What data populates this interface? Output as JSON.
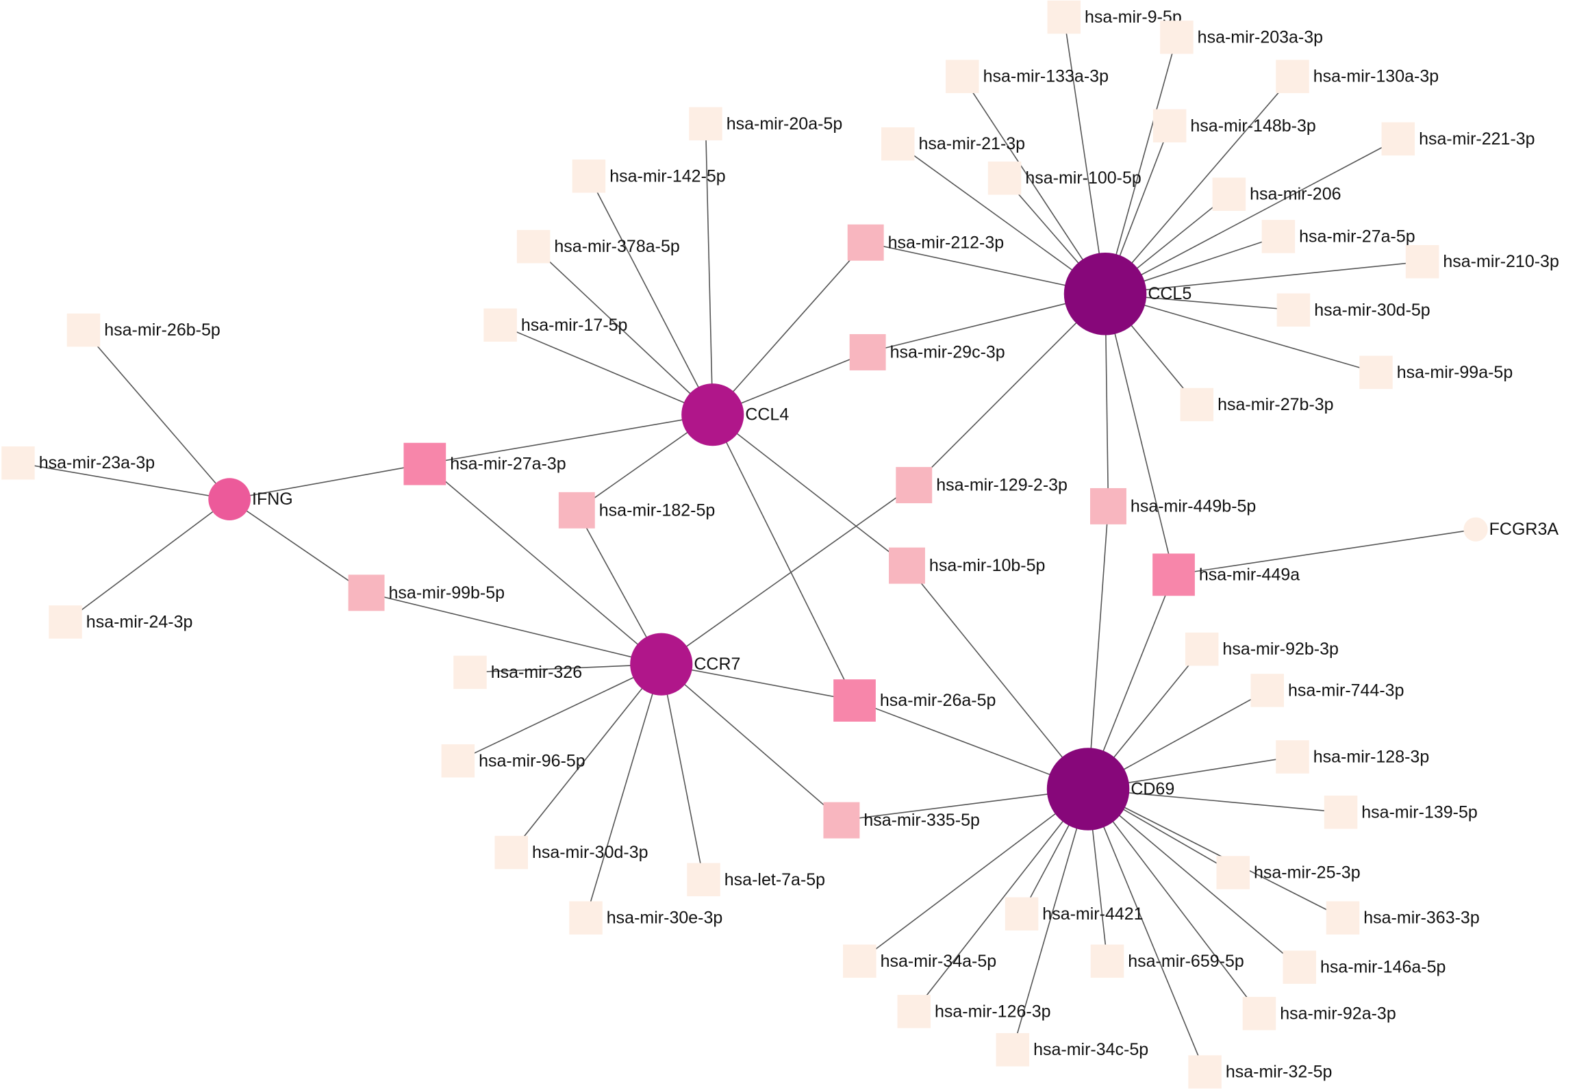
{
  "colors": {
    "background": "#ffffff",
    "edge": "#555555",
    "label": "#111111",
    "hub_dark": "#87077a",
    "hub_mid": "#b0168a",
    "hub_light": "#ec5a9a",
    "mirna_high": "#f786aa",
    "mirna_mid": "#f8b6bf",
    "mirna_low": "#fdeee4",
    "gene_low": "#fdeee4"
  },
  "genes": [
    {
      "id": "CCL5",
      "color": "hub_dark"
    },
    {
      "id": "CD69",
      "color": "hub_dark"
    },
    {
      "id": "CCL4",
      "color": "hub_mid"
    },
    {
      "id": "CCR7",
      "color": "hub_mid"
    },
    {
      "id": "IFNG",
      "color": "hub_light"
    },
    {
      "id": "FCGR3A",
      "color": "gene_low"
    }
  ],
  "mirnas": [
    {
      "id": "hsa-mir-27a-3p",
      "color": "mirna_high"
    },
    {
      "id": "hsa-mir-26a-5p",
      "color": "mirna_high"
    },
    {
      "id": "hsa-mir-449a",
      "color": "mirna_high"
    },
    {
      "id": "hsa-mir-99b-5p",
      "color": "mirna_mid"
    },
    {
      "id": "hsa-mir-182-5p",
      "color": "mirna_mid"
    },
    {
      "id": "hsa-mir-212-3p",
      "color": "mirna_mid"
    },
    {
      "id": "hsa-mir-29c-3p",
      "color": "mirna_mid"
    },
    {
      "id": "hsa-mir-129-2-3p",
      "color": "mirna_mid"
    },
    {
      "id": "hsa-mir-10b-5p",
      "color": "mirna_mid"
    },
    {
      "id": "hsa-mir-449b-5p",
      "color": "mirna_mid"
    },
    {
      "id": "hsa-mir-335-5p",
      "color": "mirna_mid"
    },
    {
      "id": "hsa-mir-26b-5p",
      "color": "mirna_low"
    },
    {
      "id": "hsa-mir-23a-3p",
      "color": "mirna_low"
    },
    {
      "id": "hsa-mir-24-3p",
      "color": "mirna_low"
    },
    {
      "id": "hsa-mir-20a-5p",
      "color": "mirna_low"
    },
    {
      "id": "hsa-mir-142-5p",
      "color": "mirna_low"
    },
    {
      "id": "hsa-mir-378a-5p",
      "color": "mirna_low"
    },
    {
      "id": "hsa-mir-17-5p",
      "color": "mirna_low"
    },
    {
      "id": "hsa-mir-9-5p",
      "color": "mirna_low"
    },
    {
      "id": "hsa-mir-203a-3p",
      "color": "mirna_low"
    },
    {
      "id": "hsa-mir-133a-3p",
      "color": "mirna_low"
    },
    {
      "id": "hsa-mir-130a-3p",
      "color": "mirna_low"
    },
    {
      "id": "hsa-mir-148b-3p",
      "color": "mirna_low"
    },
    {
      "id": "hsa-mir-21-3p",
      "color": "mirna_low"
    },
    {
      "id": "hsa-mir-221-3p",
      "color": "mirna_low"
    },
    {
      "id": "hsa-mir-100-5p",
      "color": "mirna_low"
    },
    {
      "id": "hsa-mir-206",
      "color": "mirna_low"
    },
    {
      "id": "hsa-mir-27a-5p",
      "color": "mirna_low"
    },
    {
      "id": "hsa-mir-210-3p",
      "color": "mirna_low"
    },
    {
      "id": "hsa-mir-30d-5p",
      "color": "mirna_low"
    },
    {
      "id": "hsa-mir-99a-5p",
      "color": "mirna_low"
    },
    {
      "id": "hsa-mir-27b-3p",
      "color": "mirna_low"
    },
    {
      "id": "hsa-mir-326",
      "color": "mirna_low"
    },
    {
      "id": "hsa-mir-96-5p",
      "color": "mirna_low"
    },
    {
      "id": "hsa-mir-30d-3p",
      "color": "mirna_low"
    },
    {
      "id": "hsa-let-7a-5p",
      "color": "mirna_low"
    },
    {
      "id": "hsa-mir-30e-3p",
      "color": "mirna_low"
    },
    {
      "id": "hsa-mir-92b-3p",
      "color": "mirna_low"
    },
    {
      "id": "hsa-mir-744-3p",
      "color": "mirna_low"
    },
    {
      "id": "hsa-mir-128-3p",
      "color": "mirna_low"
    },
    {
      "id": "hsa-mir-139-5p",
      "color": "mirna_low"
    },
    {
      "id": "hsa-mir-25-3p",
      "color": "mirna_low"
    },
    {
      "id": "hsa-mir-363-3p",
      "color": "mirna_low"
    },
    {
      "id": "hsa-mir-4421",
      "color": "mirna_low"
    },
    {
      "id": "hsa-mir-659-5p",
      "color": "mirna_low"
    },
    {
      "id": "hsa-mir-146a-5p",
      "color": "mirna_low"
    },
    {
      "id": "hsa-mir-34a-5p",
      "color": "mirna_low"
    },
    {
      "id": "hsa-mir-126-3p",
      "color": "mirna_low"
    },
    {
      "id": "hsa-mir-92a-3p",
      "color": "mirna_low"
    },
    {
      "id": "hsa-mir-34c-5p",
      "color": "mirna_low"
    },
    {
      "id": "hsa-mir-32-5p",
      "color": "mirna_low"
    }
  ],
  "edges": [
    [
      "IFNG",
      "hsa-mir-26b-5p"
    ],
    [
      "IFNG",
      "hsa-mir-23a-3p"
    ],
    [
      "IFNG",
      "hsa-mir-24-3p"
    ],
    [
      "IFNG",
      "hsa-mir-27a-3p"
    ],
    [
      "IFNG",
      "hsa-mir-99b-5p"
    ],
    [
      "CCL4",
      "hsa-mir-27a-3p"
    ],
    [
      "CCL4",
      "hsa-mir-20a-5p"
    ],
    [
      "CCL4",
      "hsa-mir-142-5p"
    ],
    [
      "CCL4",
      "hsa-mir-378a-5p"
    ],
    [
      "CCL4",
      "hsa-mir-17-5p"
    ],
    [
      "CCL4",
      "hsa-mir-182-5p"
    ],
    [
      "CCL4",
      "hsa-mir-212-3p"
    ],
    [
      "CCL4",
      "hsa-mir-29c-3p"
    ],
    [
      "CCL4",
      "hsa-mir-26a-5p"
    ],
    [
      "CCL4",
      "hsa-mir-10b-5p"
    ],
    [
      "CCR7",
      "hsa-mir-27a-3p"
    ],
    [
      "CCR7",
      "hsa-mir-99b-5p"
    ],
    [
      "CCR7",
      "hsa-mir-182-5p"
    ],
    [
      "CCR7",
      "hsa-mir-129-2-3p"
    ],
    [
      "CCR7",
      "hsa-mir-26a-5p"
    ],
    [
      "CCR7",
      "hsa-mir-335-5p"
    ],
    [
      "CCR7",
      "hsa-mir-326"
    ],
    [
      "CCR7",
      "hsa-mir-96-5p"
    ],
    [
      "CCR7",
      "hsa-mir-30d-3p"
    ],
    [
      "CCR7",
      "hsa-let-7a-5p"
    ],
    [
      "CCR7",
      "hsa-mir-30e-3p"
    ],
    [
      "CCL5",
      "hsa-mir-212-3p"
    ],
    [
      "CCL5",
      "hsa-mir-29c-3p"
    ],
    [
      "CCL5",
      "hsa-mir-129-2-3p"
    ],
    [
      "CCL5",
      "hsa-mir-449b-5p"
    ],
    [
      "CCL5",
      "hsa-mir-449a"
    ],
    [
      "CCL5",
      "hsa-mir-9-5p"
    ],
    [
      "CCL5",
      "hsa-mir-203a-3p"
    ],
    [
      "CCL5",
      "hsa-mir-133a-3p"
    ],
    [
      "CCL5",
      "hsa-mir-130a-3p"
    ],
    [
      "CCL5",
      "hsa-mir-148b-3p"
    ],
    [
      "CCL5",
      "hsa-mir-21-3p"
    ],
    [
      "CCL5",
      "hsa-mir-221-3p"
    ],
    [
      "CCL5",
      "hsa-mir-100-5p"
    ],
    [
      "CCL5",
      "hsa-mir-206"
    ],
    [
      "CCL5",
      "hsa-mir-27a-5p"
    ],
    [
      "CCL5",
      "hsa-mir-210-3p"
    ],
    [
      "CCL5",
      "hsa-mir-30d-5p"
    ],
    [
      "CCL5",
      "hsa-mir-99a-5p"
    ],
    [
      "CCL5",
      "hsa-mir-27b-3p"
    ],
    [
      "CD69",
      "hsa-mir-10b-5p"
    ],
    [
      "CD69",
      "hsa-mir-449b-5p"
    ],
    [
      "CD69",
      "hsa-mir-449a"
    ],
    [
      "CD69",
      "hsa-mir-26a-5p"
    ],
    [
      "CD69",
      "hsa-mir-335-5p"
    ],
    [
      "CD69",
      "hsa-mir-92b-3p"
    ],
    [
      "CD69",
      "hsa-mir-744-3p"
    ],
    [
      "CD69",
      "hsa-mir-128-3p"
    ],
    [
      "CD69",
      "hsa-mir-139-5p"
    ],
    [
      "CD69",
      "hsa-mir-25-3p"
    ],
    [
      "CD69",
      "hsa-mir-363-3p"
    ],
    [
      "CD69",
      "hsa-mir-4421"
    ],
    [
      "CD69",
      "hsa-mir-659-5p"
    ],
    [
      "CD69",
      "hsa-mir-146a-5p"
    ],
    [
      "CD69",
      "hsa-mir-34a-5p"
    ],
    [
      "CD69",
      "hsa-mir-126-3p"
    ],
    [
      "CD69",
      "hsa-mir-92a-3p"
    ],
    [
      "CD69",
      "hsa-mir-34c-5p"
    ],
    [
      "CD69",
      "hsa-mir-32-5p"
    ],
    [
      "FCGR3A",
      "hsa-mir-449a"
    ]
  ]
}
